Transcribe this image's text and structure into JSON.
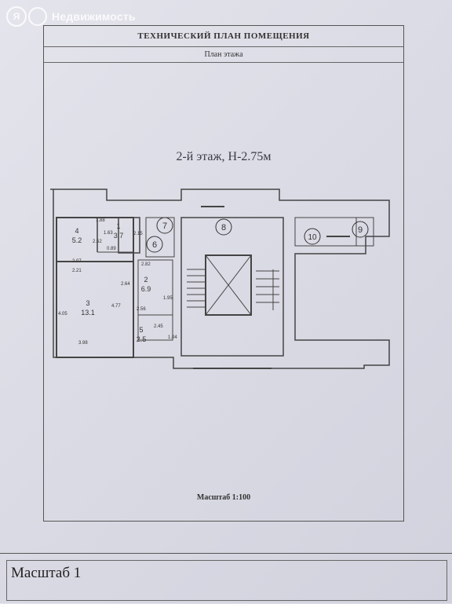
{
  "watermark": {
    "brand": "Недвижимость",
    "logo_text": "Я"
  },
  "header": {
    "title": "ТЕХНИЧЕСКИЙ ПЛАН ПОМЕЩЕНИЯ",
    "subtitle": "План этажа"
  },
  "plan": {
    "floor_title": "2-й этаж, Н-2.75м",
    "scale_label": "Масштаб 1:100",
    "rooms": [
      {
        "number": "4",
        "area": "5.2"
      },
      {
        "number": "1",
        "area": "3.7"
      },
      {
        "number": "2",
        "area": "6.9"
      },
      {
        "number": "3",
        "area": "13.1"
      },
      {
        "number": "5",
        "area": "2.5"
      }
    ],
    "circled_numbers": [
      "7",
      "8",
      "6",
      "10",
      "9"
    ],
    "dimensions": [
      "1.88",
      "2.52",
      "1.63",
      "2.15",
      "2.07",
      "0.89",
      "2.21",
      "2.82",
      "2.64",
      "4.05",
      "4.77",
      "1.95",
      "2.56",
      "2.45",
      "1.04",
      "3.98"
    ]
  },
  "footer": {
    "scale_label": "Масштаб 1"
  }
}
